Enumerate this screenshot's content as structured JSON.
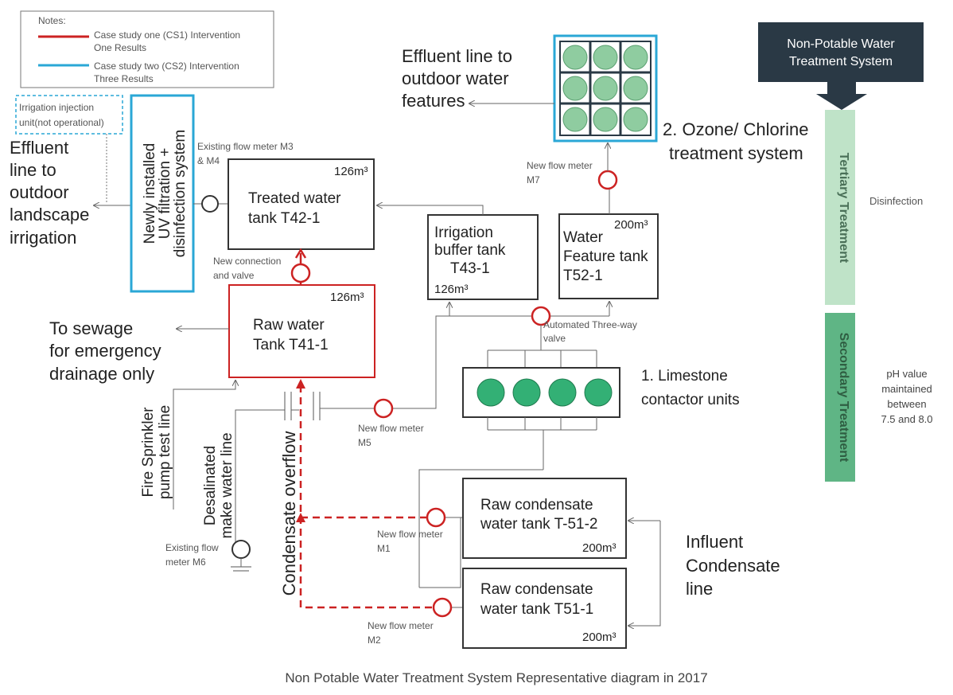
{
  "legend": {
    "title": "Notes:",
    "red_1": "Case study one (CS1) Intervention",
    "red_2": "One Results",
    "blue_1": "Case study two (CS2) Intervention",
    "blue_2": "Three Results"
  },
  "colors": {
    "cs1": "#cc2222",
    "cs2": "#2aa7d6",
    "media": "#8fcca0",
    "header": "#2a3945",
    "tertiary": "#bfe3c8",
    "secondary": "#5fb585"
  },
  "irrigation_unit": {
    "line1": "Irrigation injection",
    "line2": "unit(not operational)"
  },
  "effluent_landscape": [
    "Effluent",
    "line to",
    "outdoor",
    "landscape",
    "irrigation"
  ],
  "uv_system": [
    "Newly installed",
    "UV filtration +",
    "disinfection system"
  ],
  "flow_m3_m4": {
    "line1": "Existing flow meter M3",
    "line2": "& M4"
  },
  "treated_tank": {
    "vol": "126m³",
    "line1": "Treated water",
    "line2": "tank T42-1"
  },
  "new_connection": {
    "line1": "New connection",
    "line2": "and valve"
  },
  "raw_tank": {
    "vol": "126m³",
    "line1": "Raw water",
    "line2": "Tank T41-1"
  },
  "sewage": [
    "To sewage",
    "for emergency",
    "drainage only"
  ],
  "fire_sprinkler": {
    "line1": "Fire Sprinkler",
    "line2": "pump test line"
  },
  "desalinated": {
    "line1": "Desalinated",
    "line2": "make water line"
  },
  "condensate_overflow": "Condensate overflow",
  "flow_m6": {
    "line1": "Existing flow",
    "line2": "meter M6"
  },
  "flow_m5": {
    "line1": "New flow meter",
    "line2": "M5"
  },
  "flow_m1": {
    "line1": "New flow meter",
    "line2": "M1"
  },
  "flow_m2": {
    "line1": "New flow meter",
    "line2": "M2"
  },
  "flow_m7": {
    "line1": "New flow meter",
    "line2": "M7"
  },
  "irrigation_buffer": {
    "line1": "Irrigation",
    "line2": "buffer tank",
    "line3": "T43-1",
    "vol": "126m³"
  },
  "water_feature_tank": {
    "vol": "200m³",
    "line1": "Water",
    "line2": "Feature tank",
    "line3": "T52-1"
  },
  "three_way": {
    "line1": "Automated Three-way",
    "line2": "valve"
  },
  "limestone": {
    "line1": "1. Limestone",
    "line2": "contactor units"
  },
  "effluent_outdoor": [
    "Effluent line to",
    "outdoor water",
    "features"
  ],
  "ozone": {
    "line1": "2. Ozone/ Chlorine",
    "line2": "treatment system"
  },
  "condensate_t512": {
    "line1": "Raw condensate",
    "line2": "water tank T-51-2",
    "vol": "200m³"
  },
  "condensate_t511": {
    "line1": "Raw condensate",
    "line2": "water tank T51-1",
    "vol": "200m³"
  },
  "influent": [
    "Influent",
    "Condensate",
    "line"
  ],
  "side_panel": {
    "header_1": "Non-Potable Water",
    "header_2": "Treatment System",
    "tertiary": "Tertiary Treatment",
    "tertiary_note": "Disinfection",
    "secondary": "Secondary Treatment",
    "secondary_note": [
      "pH value",
      "maintained",
      "between",
      "7.5 and 8.0"
    ]
  },
  "caption": "Non Potable Water Treatment System Representative diagram in 2017"
}
